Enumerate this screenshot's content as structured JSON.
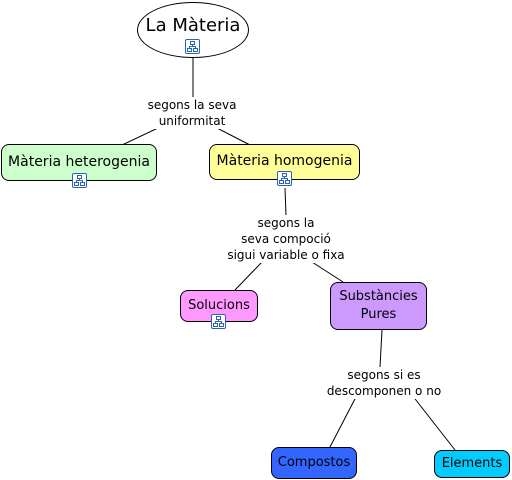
{
  "concepts": {
    "la_materia": {
      "label": "La Màteria",
      "color": "#ffffff"
    },
    "heterogenia": {
      "label": "Màteria heterogenia",
      "color": "#ccffcc"
    },
    "homogenia": {
      "label": "Màteria homogenia",
      "color": "#ffff99"
    },
    "solucions": {
      "label": "Solucions",
      "color": "#ff99ff"
    },
    "substancies": {
      "label": "Substàncies\nPures",
      "color": "#cc99ff"
    },
    "compostos": {
      "label": "Compostos",
      "color": "#3366ff"
    },
    "elements": {
      "label": "Elements",
      "color": "#00ccff"
    }
  },
  "links": {
    "uniformitat": "segons la seva\nuniformitat",
    "composicio": "segons la\nseva compoció\nsigui variable o fixa",
    "descomponen": "segons si es\ndescomponen o no"
  },
  "icons": {
    "submap_icon": "concept-map-icon"
  }
}
